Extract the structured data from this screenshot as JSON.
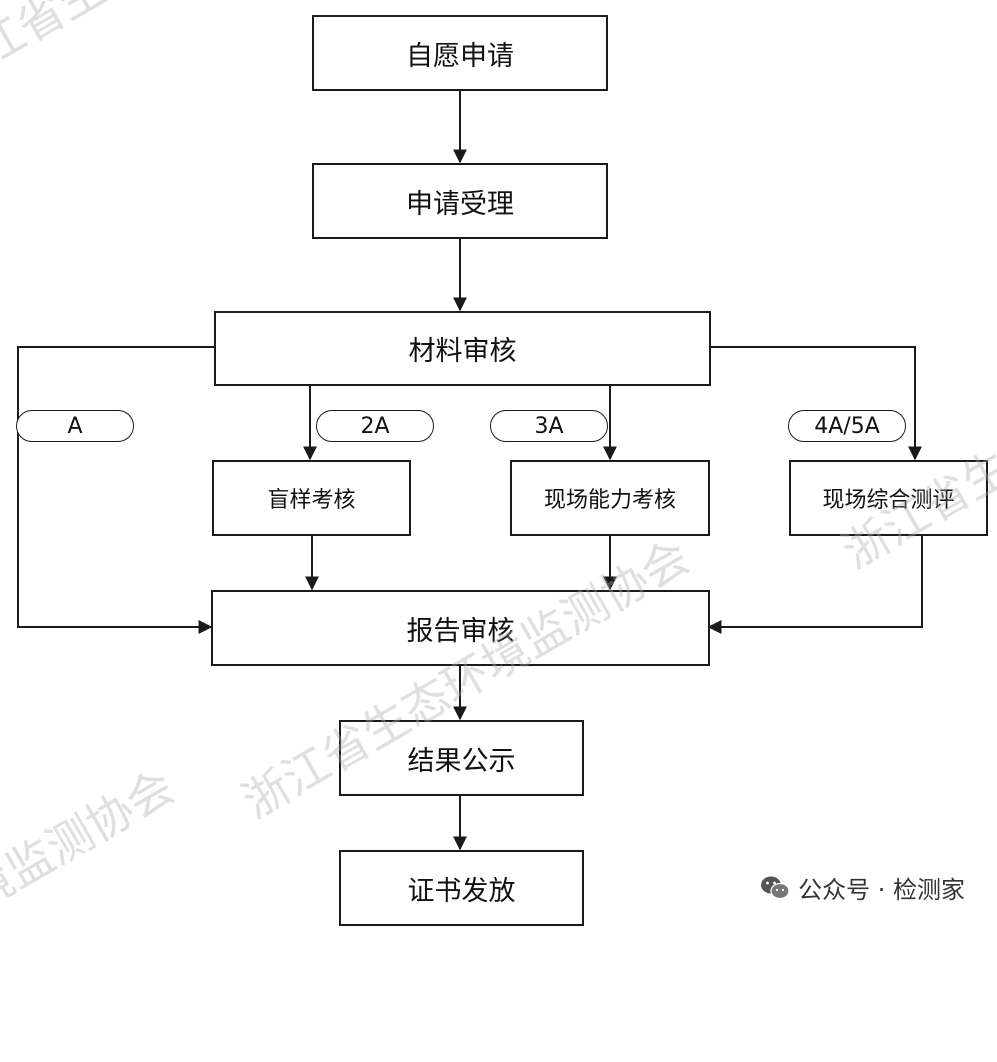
{
  "nodes": {
    "apply": "自愿申请",
    "accept": "申请受理",
    "review": "材料审核",
    "blind": "盲样考核",
    "onsite": "现场能力考核",
    "eval": "现场综合测评",
    "report": "报告审核",
    "publish": "结果公示",
    "cert": "证书发放"
  },
  "levels": {
    "a": "A",
    "a2": "2A",
    "a3": "3A",
    "a45": "4A/5A"
  },
  "watermarks": [
    "浙江省生态环境监测协会",
    "浙江省生态环境监测协会",
    "浙江省生态环境监测协会",
    "浙江省生态环境监测协会"
  ],
  "brand": {
    "icon": "wechat-icon",
    "text": "公众号 · 检测家"
  },
  "colors": {
    "line": "#1a1a1a",
    "watermark": "#aaaaaa"
  }
}
